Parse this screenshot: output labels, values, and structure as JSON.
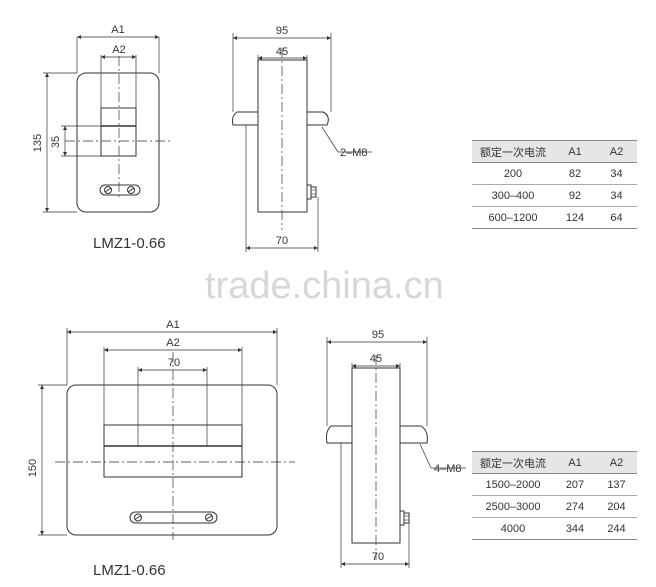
{
  "watermark": "trade.china.cn",
  "drawing_top": {
    "model": "LMZ1-0.66",
    "front": {
      "width_label": "A1",
      "inner_label": "A2",
      "height_label": "135",
      "window_label": "35"
    },
    "side": {
      "width_label": "95",
      "window_label": "45",
      "base_label": "70",
      "screw_label": "2–M8"
    },
    "table": {
      "headers": [
        "额定一次电流",
        "A1",
        "A2"
      ],
      "rows": [
        [
          "200",
          "82",
          "34"
        ],
        [
          "300–400",
          "92",
          "34"
        ],
        [
          "600–1200",
          "124",
          "64"
        ]
      ]
    }
  },
  "drawing_bottom": {
    "model": "LMZ1-0.66",
    "front": {
      "width_label": "A1",
      "inner_label": "A2",
      "window_label": "70",
      "height_label": "150"
    },
    "side": {
      "width_label": "95",
      "window_label": "45",
      "base_label": "70",
      "screw_label": "4–M8"
    },
    "table": {
      "headers": [
        "额定一次电流",
        "A1",
        "A2"
      ],
      "rows": [
        [
          "1500–2000",
          "207",
          "137"
        ],
        [
          "2500–3000",
          "274",
          "204"
        ],
        [
          "4000",
          "344",
          "244"
        ]
      ]
    }
  }
}
